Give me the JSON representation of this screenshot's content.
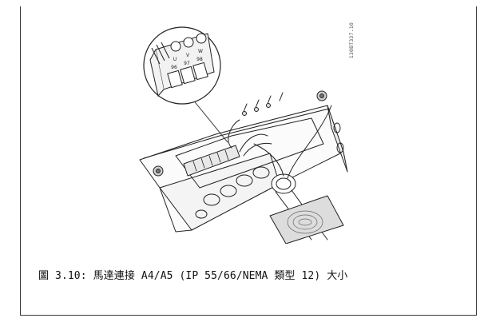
{
  "figure": {
    "image_id_label": "130BT337.10",
    "terminals": [
      {
        "letter": "U",
        "number": "96"
      },
      {
        "letter": "V",
        "number": "97"
      },
      {
        "letter": "W",
        "number": "98"
      }
    ]
  },
  "caption": {
    "text": "圖 3.10: 馬達連接 A4/A5 (IP 55/66/NEMA 類型 12) 大小"
  }
}
